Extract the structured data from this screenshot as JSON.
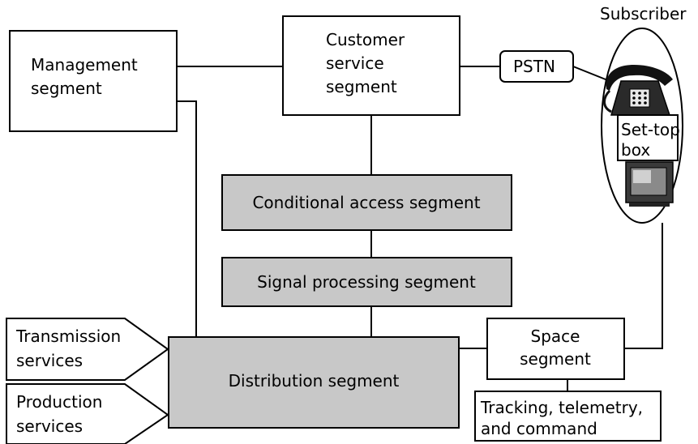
{
  "subscriber_title": "Subscriber",
  "management": {
    "line1": "Management",
    "line2": "segment"
  },
  "customer_service": {
    "line1": "Customer",
    "line2": "service",
    "line3": "segment"
  },
  "pstn": "PSTN",
  "settop": {
    "line1": "Set-top",
    "line2": "box"
  },
  "conditional_access": "Conditional access segment",
  "signal_processing": "Signal processing segment",
  "distribution": "Distribution segment",
  "space": {
    "line1": "Space",
    "line2": "segment"
  },
  "ttc": {
    "line1": "Tracking, telemetry,",
    "line2": "and command"
  },
  "transmission": {
    "line1": "Transmission",
    "line2": "services"
  },
  "production": {
    "line1": "Production",
    "line2": "services"
  },
  "colors": {
    "gray_fill": "#c8c8c8",
    "stroke": "#000000",
    "background": "#ffffff"
  },
  "icons": [
    "telephone-icon",
    "television-icon"
  ]
}
